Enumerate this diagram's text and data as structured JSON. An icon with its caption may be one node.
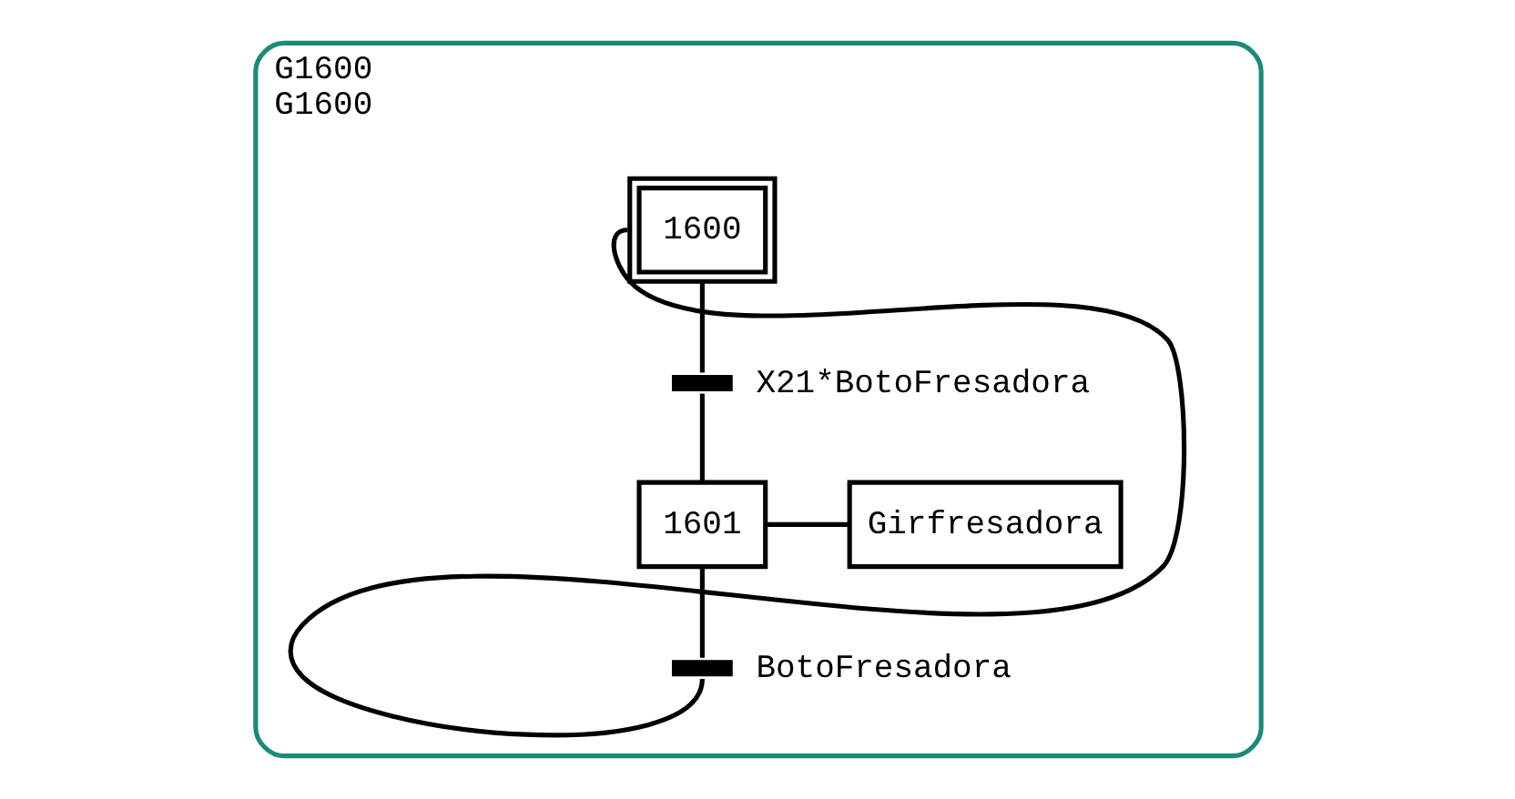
{
  "diagram": {
    "nodes": [
      {
        "text": [
          "G1600",
          "G1600"
        ]
      },
      {
        "text": [
          "1600"
        ],
        "in": 0
      },
      {
        "text": [],
        "shape": "bar",
        "beside": [
          "X21*BotoFresadora"
        ],
        "in": 0
      },
      {
        "text": [
          "1601"
        ],
        "in": 0
      },
      {
        "text": [
          "Girfresadora"
        ],
        "in": 0
      },
      {
        "text": [],
        "shape": "bar",
        "beside": [
          "BotoFresadora"
        ],
        "in": 0
      }
    ],
    "edges": [
      {
        "from": 1,
        "to": 2,
        "arrow": "none"
      },
      {
        "from": 2,
        "to": 3,
        "arrow": "none"
      },
      {
        "from": 3,
        "to": 4,
        "arrow": "none"
      },
      {
        "from": 3,
        "to": 5,
        "arrow": "none"
      },
      {
        "from": 5,
        "to": 1,
        "arrow": "none"
      }
    ]
  }
}
